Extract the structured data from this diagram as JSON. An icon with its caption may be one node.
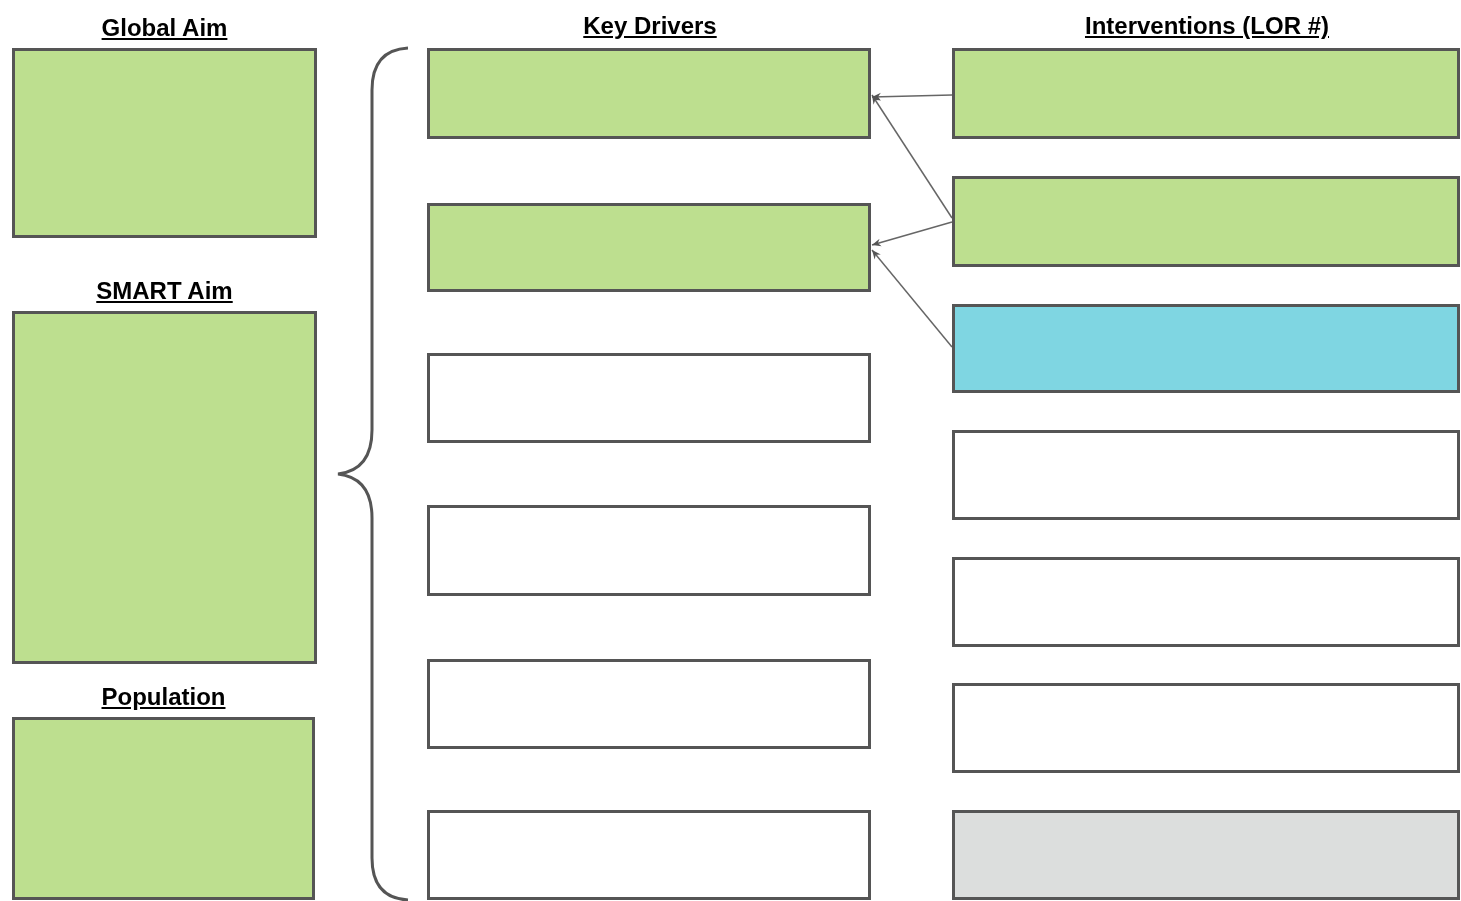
{
  "diagram": {
    "nodes": [
      {
        "text": [
          "Global Aim"
        ]
      },
      {
        "text": [
          "SMART Aim"
        ]
      },
      {
        "text": [
          "Population"
        ]
      },
      {
        "text": [],
        "shape": "box"
      },
      {
        "text": [],
        "shape": "box"
      },
      {
        "text": [],
        "shape": "box"
      },
      {
        "text": [],
        "shape": "box"
      },
      {
        "text": [],
        "shape": "box"
      },
      {
        "text": [],
        "shape": "box"
      },
      {
        "text": [],
        "shape": "box"
      },
      {
        "text": [],
        "shape": "box"
      },
      {
        "text": [],
        "shape": "box"
      },
      {
        "text": [],
        "shape": "box"
      },
      {
        "text": [],
        "shape": "box"
      },
      {
        "text": [],
        "shape": "box"
      },
      {
        "text": [],
        "shape": "box"
      }
    ],
    "edges": [
      {
        "from": 9,
        "to": 3,
        "arrow": "to"
      },
      {
        "from": 10,
        "to": 3,
        "arrow": "to"
      },
      {
        "from": 10,
        "to": 4,
        "arrow": "to"
      },
      {
        "from": 11,
        "to": 4,
        "arrow": "to"
      }
    ],
    "labels": [
      "Key Drivers",
      "Interventions (LOR #)"
    ]
  }
}
